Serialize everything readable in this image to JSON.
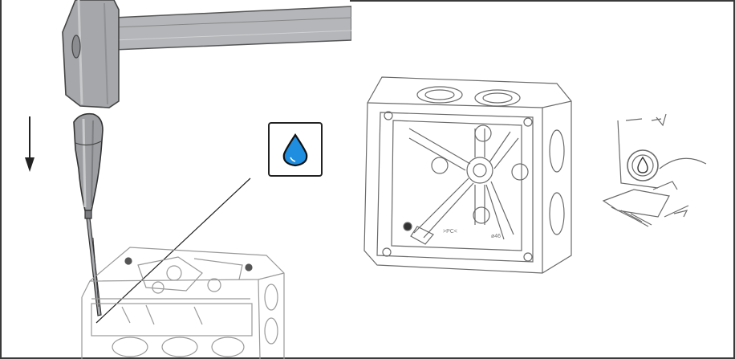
{
  "symbols": {
    "drop_symbol": "water-drop-icon",
    "arrow": "down-arrow"
  },
  "box_marks": {
    "material": ">PC<",
    "size": "ø46"
  },
  "colors": {
    "outline": "#555555",
    "light_outline": "#9a9a9a",
    "drop_blue": "#1f8ee0",
    "hammer_gray": "#a7a9ac",
    "frame": "#3a3a3a"
  }
}
